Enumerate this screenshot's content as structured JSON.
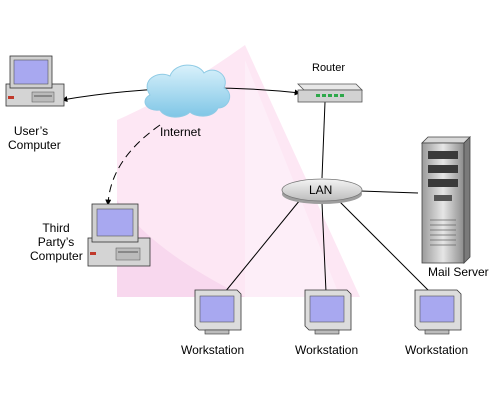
{
  "labels": {
    "user_computer_line1": "User’s",
    "user_computer_line2": "Computer",
    "internet": "Internet",
    "router": "Router",
    "lan": "LAN",
    "third_party_line1": "Third",
    "third_party_line2": "Party’s",
    "third_party_line3": "Computer",
    "mail_server": "Mail Server",
    "workstation_1": "Workstation",
    "workstation_2": "Workstation",
    "workstation_3": "Workstation"
  },
  "icons": {
    "user_computer": "desktop-computer-icon",
    "third_party_computer": "desktop-computer-icon",
    "internet": "cloud-icon",
    "router": "router-icon",
    "lan": "network-hub-icon",
    "mail_server": "server-tower-icon",
    "workstation": "crt-monitor-icon"
  },
  "colors": {
    "background_shape": "#fde7f4",
    "cloud": "#a9dcf0",
    "screen": "#a8a8f0",
    "device_body": "#d8d8d8",
    "router_led": "#2ea84a",
    "line": "#000000"
  }
}
